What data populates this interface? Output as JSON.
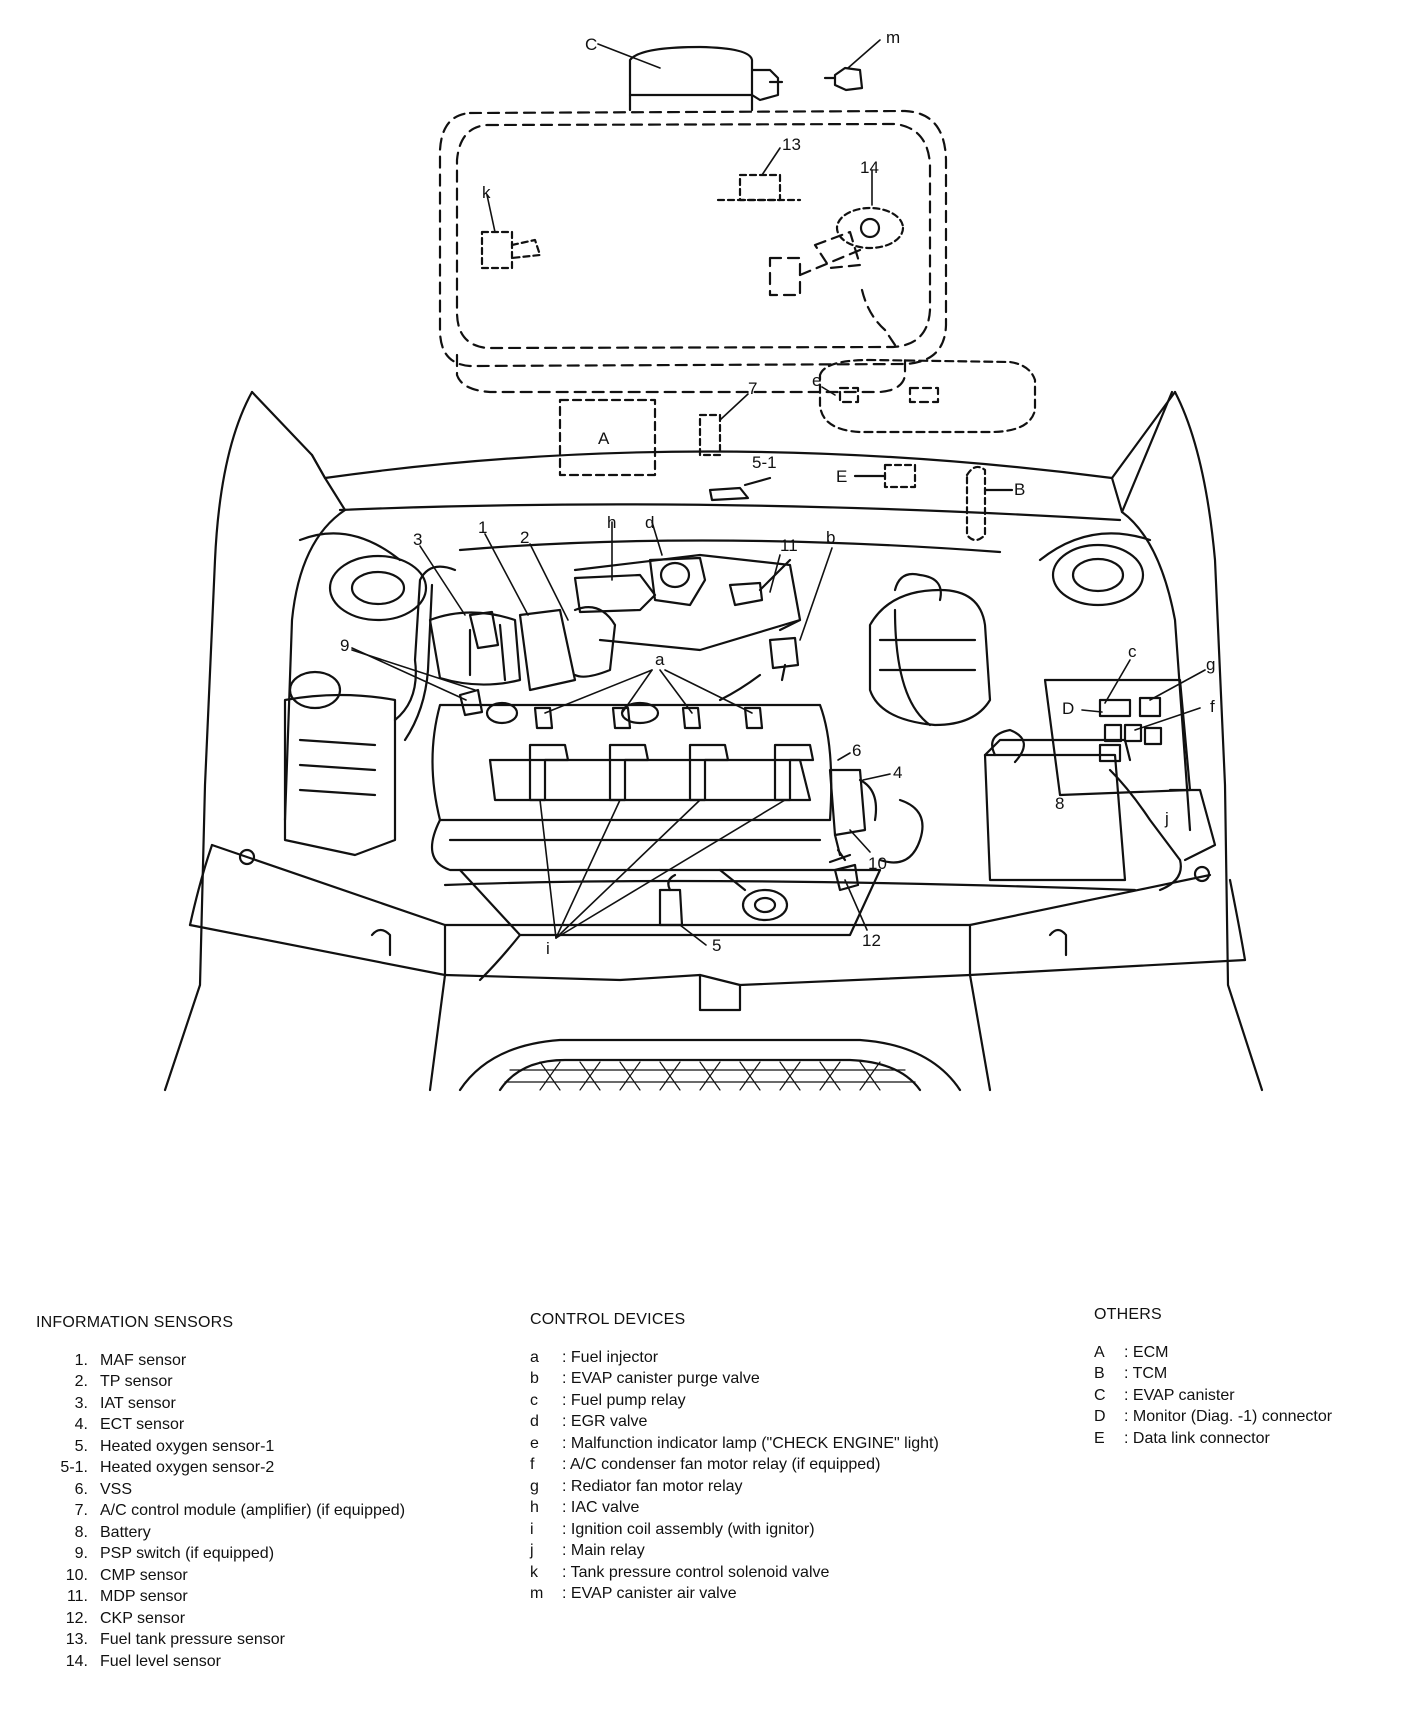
{
  "callouts": {
    "C": "C",
    "m": "m",
    "k": "k",
    "n13": "13",
    "n14": "14",
    "e": "e",
    "n7": "7",
    "A": "A",
    "n5_1": "5-1",
    "E": "E",
    "B": "B",
    "n3": "3",
    "n1": "1",
    "n2": "2",
    "h": "h",
    "d": "d",
    "n11": "11",
    "b": "b",
    "n9": "9",
    "a": "a",
    "c": "c",
    "g": "g",
    "D": "D",
    "f": "f",
    "n6": "6",
    "n4": "4",
    "n8": "8",
    "j": "j",
    "n10": "10",
    "n5": "5",
    "n12": "12",
    "i": "i"
  },
  "legend": {
    "info": {
      "heading": "INFORMATION SENSORS",
      "items": [
        {
          "num": "1.",
          "label": "MAF sensor"
        },
        {
          "num": "2.",
          "label": "TP sensor"
        },
        {
          "num": "3.",
          "label": "IAT sensor"
        },
        {
          "num": "4.",
          "label": "ECT sensor"
        },
        {
          "num": "5.",
          "label": "Heated oxygen sensor-1"
        },
        {
          "num": "5-1.",
          "label": "Heated oxygen sensor-2"
        },
        {
          "num": "6.",
          "label": "VSS"
        },
        {
          "num": "7.",
          "label": "A/C control module (amplifier) (if equipped)"
        },
        {
          "num": "8.",
          "label": "Battery"
        },
        {
          "num": "9.",
          "label": "PSP switch (if equipped)"
        },
        {
          "num": "10.",
          "label": "CMP sensor"
        },
        {
          "num": "11.",
          "label": "MDP sensor"
        },
        {
          "num": "12.",
          "label": "CKP sensor"
        },
        {
          "num": "13.",
          "label": "Fuel tank pressure sensor"
        },
        {
          "num": "14.",
          "label": "Fuel level sensor"
        }
      ]
    },
    "control": {
      "heading": "CONTROL DEVICES",
      "items": [
        {
          "letter": "a",
          "label": ": Fuel injector"
        },
        {
          "letter": "b",
          "label": ": EVAP canister purge valve"
        },
        {
          "letter": "c",
          "label": ": Fuel pump relay"
        },
        {
          "letter": "d",
          "label": ": EGR valve"
        },
        {
          "letter": "e",
          "label": ": Malfunction indicator lamp (\"CHECK ENGINE\" light)"
        },
        {
          "letter": "f",
          "label": ": A/C condenser fan motor relay (if equipped)"
        },
        {
          "letter": "g",
          "label": ": Rediator fan motor relay"
        },
        {
          "letter": "h",
          "label": ": IAC valve"
        },
        {
          "letter": "i",
          "label": ": Ignition coil assembly (with ignitor)"
        },
        {
          "letter": "j",
          "label": ": Main relay"
        },
        {
          "letter": "k",
          "label": ": Tank pressure control solenoid valve"
        },
        {
          "letter": "m",
          "label": ": EVAP canister air valve"
        }
      ]
    },
    "others": {
      "heading": "OTHERS",
      "items": [
        {
          "letter": "A",
          "label": ": ECM"
        },
        {
          "letter": "B",
          "label": ": TCM"
        },
        {
          "letter": "C",
          "label": ": EVAP canister"
        },
        {
          "letter": "D",
          "label": ": Monitor (Diag. -1) connector"
        },
        {
          "letter": "E",
          "label": ": Data link connector"
        }
      ]
    }
  }
}
